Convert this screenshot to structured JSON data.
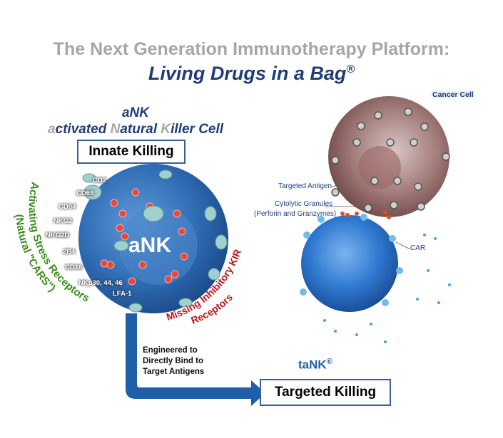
{
  "title": {
    "line1": "The Next Generation Immunotherapy Platform:",
    "line2": "Living Drugs in a Bag",
    "line2_mark": "®"
  },
  "ank": {
    "abbr": "aNK",
    "full": {
      "a": "a",
      "ctivated": "ctivated ",
      "N": "N",
      "atural": "atural ",
      "K": "K",
      "iller": "iller Cell"
    },
    "box": "Innate Killing",
    "cell_label": "aNK",
    "receptors": [
      "CD2",
      "CD69",
      "CD94",
      "NKG2",
      "NKG2D",
      "2B4",
      "CD16",
      "NKp30, 44, 46",
      "LFA-1"
    ],
    "activating_line1": "Activating Stress Receptors",
    "activating_line2": "(Natural \"CARS\")",
    "missing_line1": "Missing Inhibitory KIR",
    "missing_line2": "Receptors"
  },
  "arrow_text": [
    "Engineered to",
    "Directly Bind to",
    "Target Antigens"
  ],
  "tank": {
    "label": "taNK",
    "mark": "®",
    "box": "Targeted Killing"
  },
  "right_labels": {
    "cancer_cell": "Cancer Cell",
    "targeted_antigen": "Targeted Antigen",
    "granules1": "Cytolytic Granules",
    "granules2": "(Perforin and Granzymes)",
    "car": "CAR"
  },
  "colors": {
    "navy": "#1f3d7a",
    "gray": "#a6a6a6",
    "green": "#3a8a1e",
    "red": "#c0141c",
    "arrow": "#1f5fa8"
  }
}
